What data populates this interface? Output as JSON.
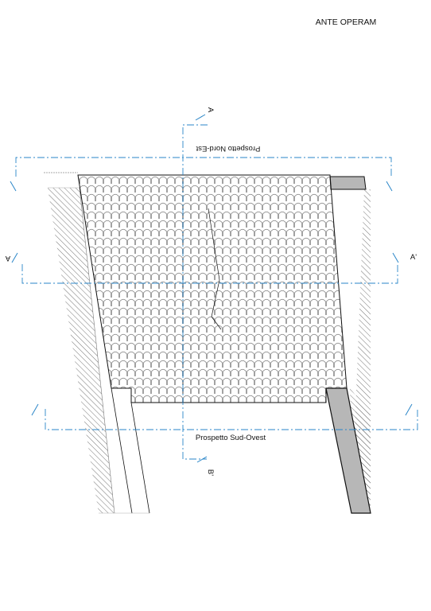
{
  "title": "ANTE OPERAM",
  "labels": {
    "prospetto_nord_est": "Prospetto Nord-Est",
    "prospetto_sud_ovest": "Prospetto Sud-Ovest",
    "section_a": "A",
    "section_a_prime": "A'",
    "section_b": "A",
    "section_b_prime": "B'"
  },
  "colors": {
    "section_line": "#2a86c8",
    "outline": "#111111",
    "wall_fill": "#b7b7b7",
    "hatch": "#555555",
    "tile": "#7a7a7a"
  }
}
